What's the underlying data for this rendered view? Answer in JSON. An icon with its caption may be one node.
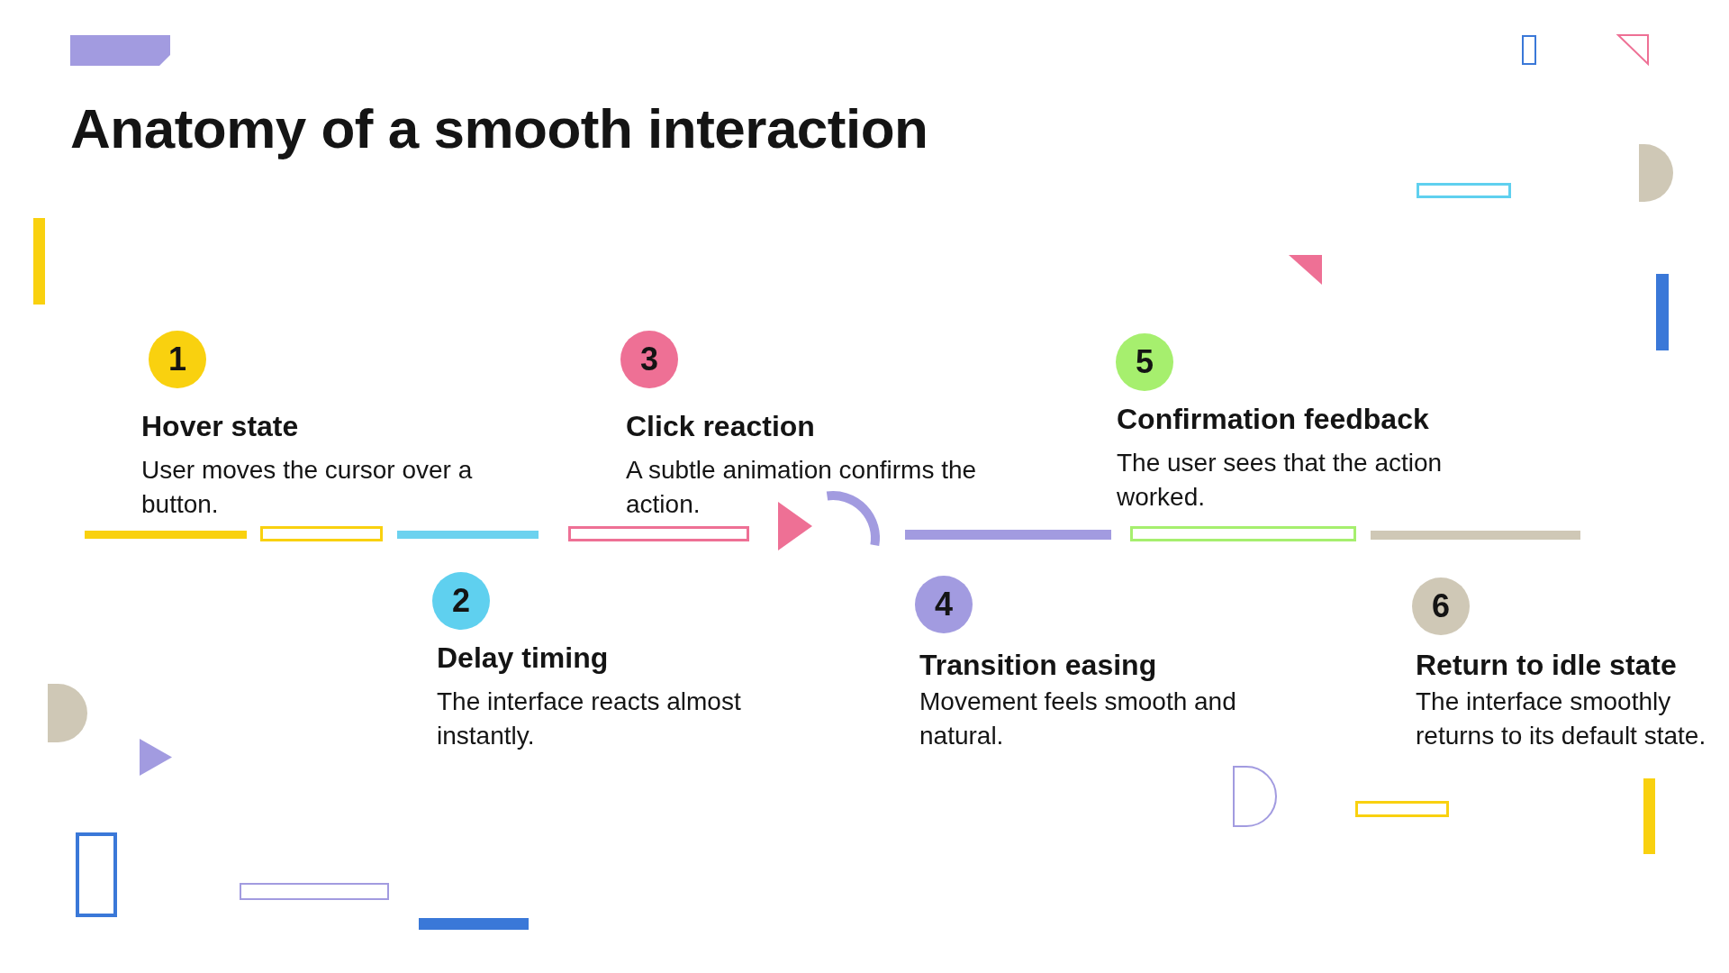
{
  "diagram": {
    "title": "Anatomy of a smooth interaction",
    "nodes": [
      {
        "text": [
          "1",
          "Hover state",
          "User moves the cursor over a button."
        ]
      },
      {
        "text": [
          "2",
          "Delay timing",
          "The interface reacts almost instantly."
        ]
      },
      {
        "text": [
          "3",
          "Click reaction",
          "A subtle animation confirms the action."
        ]
      },
      {
        "text": [
          "4",
          "Transition easing",
          "Movement feels smooth and natural."
        ]
      },
      {
        "text": [
          "5",
          "Confirmation feedback",
          "The user sees that the action worked."
        ]
      },
      {
        "text": [
          "6",
          "Return to idle state",
          "The interface smoothly returns to its default state."
        ]
      }
    ]
  }
}
